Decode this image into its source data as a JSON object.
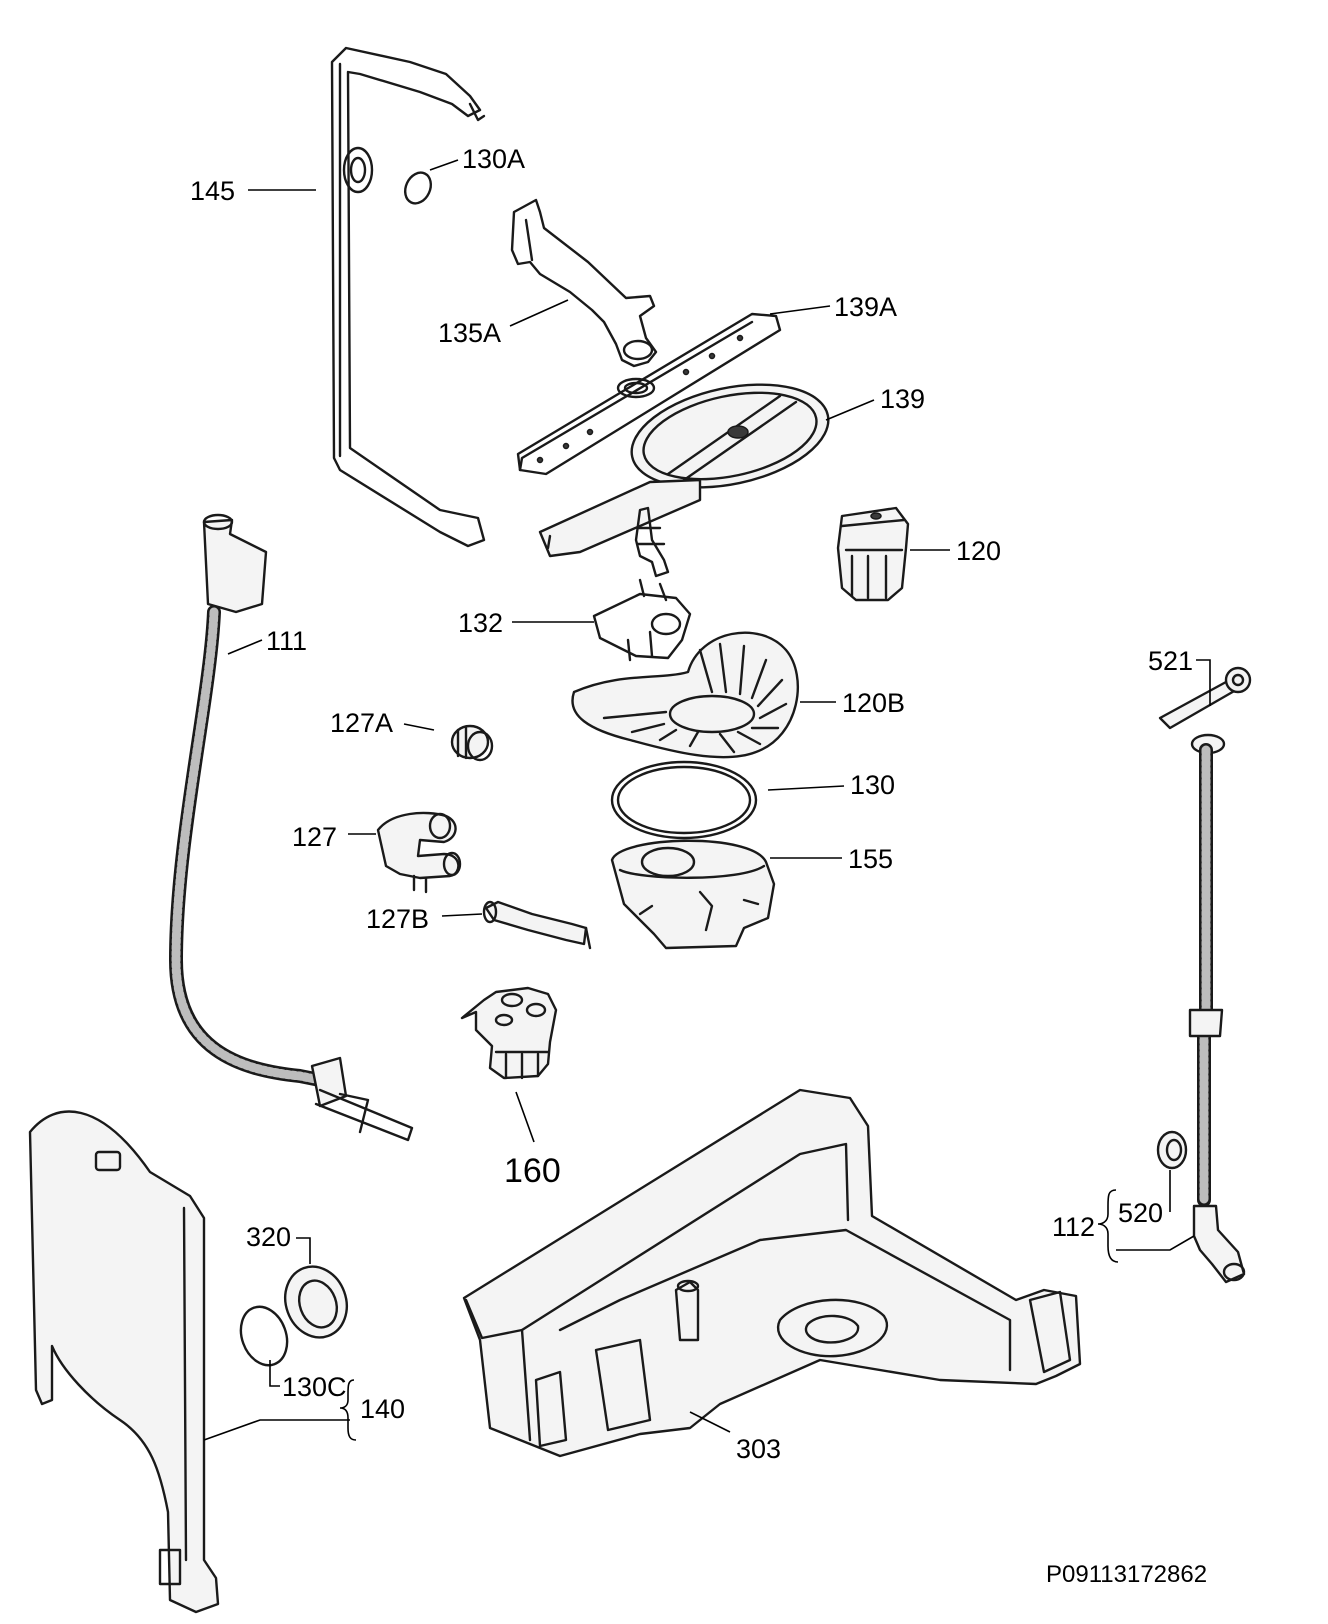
{
  "diagram": {
    "labels": {
      "l145": "145",
      "l130A": "130A",
      "l135A": "135A",
      "l139A": "139A",
      "l139": "139",
      "l120": "120",
      "l111": "111",
      "l132": "132",
      "l120B": "120B",
      "l521": "521",
      "l127A": "127A",
      "l130": "130",
      "l127": "127",
      "l155": "155",
      "l127B": "127B",
      "l160": "160",
      "l320": "320",
      "l520": "520",
      "l112": "112",
      "l130C": "130C",
      "l140": "140",
      "l303": "303"
    },
    "code": "P09113172862"
  }
}
